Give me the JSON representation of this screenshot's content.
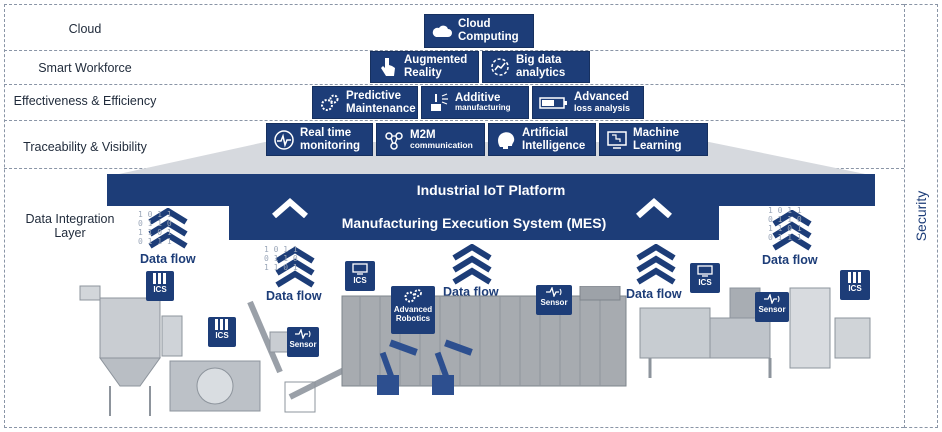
{
  "layers": {
    "cloud": "Cloud",
    "smart_workforce": "Smart Workforce",
    "effectiveness": "Effectiveness & Efficiency",
    "traceability": "Traceability & Visibility",
    "data_integration_line1": "Data Integration",
    "data_integration_line2": "Layer"
  },
  "security": "Security",
  "pyramid": {
    "cloud_computing": {
      "line1": "Cloud",
      "line2": "Computing",
      "icon": "cloud-icon"
    },
    "augmented_reality": {
      "line1": "Augmented",
      "line2": "Reality",
      "icon": "hand-pointer-icon"
    },
    "big_data": {
      "line1": "Big data",
      "line2": "analytics",
      "icon": "analytics-icon"
    },
    "predictive_maintenance": {
      "line1": "Predictive",
      "line2": "Maintenance",
      "icon": "gears-icon"
    },
    "additive_manufacturing": {
      "line1": "Additive",
      "line2": "manufacturing",
      "icon": "3d-printer-icon"
    },
    "advanced_loss": {
      "line1": "Advanced",
      "line2": "loss analysis",
      "icon": "battery-icon"
    },
    "real_time": {
      "line1": "Real time",
      "line2": "monitoring",
      "icon": "pulse-icon"
    },
    "m2m": {
      "line1": "M2M",
      "line2": "communication",
      "icon": "network-icon"
    },
    "ai": {
      "line1": "Artificial",
      "line2": "Intelligence",
      "icon": "brain-icon"
    },
    "ml": {
      "line1": "Machine",
      "line2": "Learning",
      "icon": "ml-screen-icon"
    }
  },
  "platform": {
    "iiot": "Industrial IoT Platform",
    "mes": "Manufacturing Execution System (MES)"
  },
  "data_flow": "Data flow",
  "tags": {
    "ics": "ICS",
    "sensor": "Sensor",
    "robotics_line1": "Advanced",
    "robotics_line2": "Robotics"
  },
  "bits": {
    "a": "1 0 1 1\n0 1 1 0\n1 1 0 1\n0 1 1 1",
    "b": "1 0 1 1\n0 1 1 0\n1 1 0 1"
  },
  "colors": {
    "navy": "#1d3d78",
    "grey_band": "#d4d7dc"
  }
}
